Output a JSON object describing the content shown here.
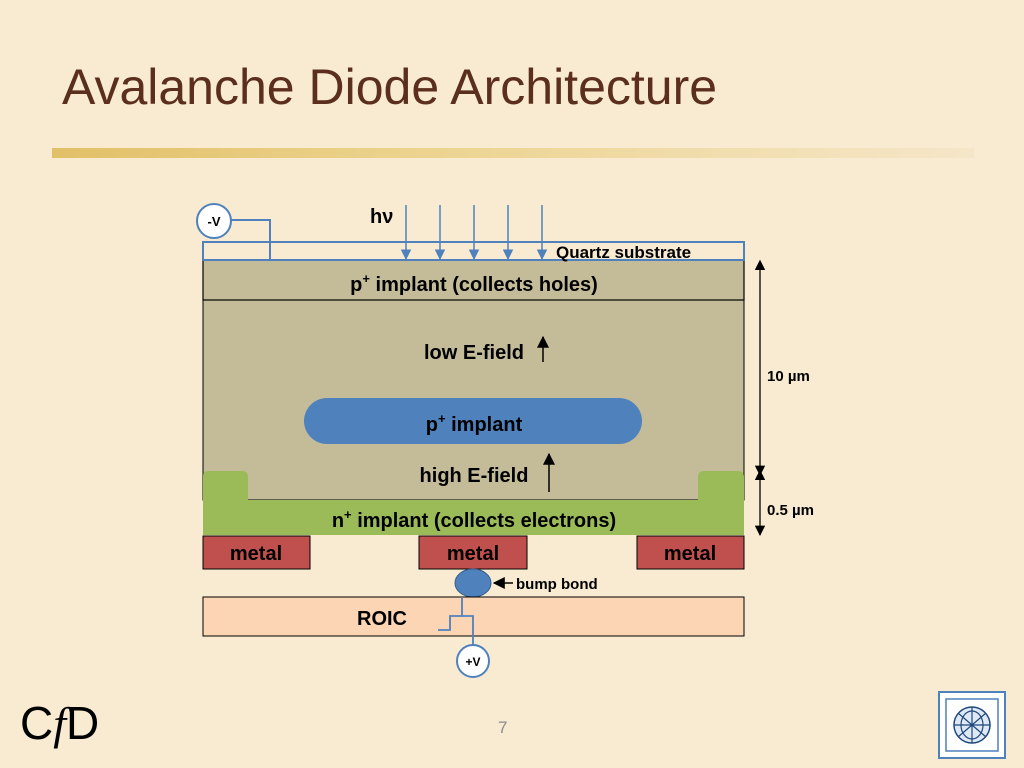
{
  "slide": {
    "title": "Avalanche Diode Architecture",
    "page_number": "7",
    "logo": {
      "c": "C",
      "f": "f",
      "d": "D"
    }
  },
  "diagram": {
    "photon_label": "hν",
    "neg_bias": "-V",
    "pos_bias": "+V",
    "quartz_label": "Quartz substrate",
    "p_top_implant": {
      "prefix": "p",
      "sup": "+",
      "text": " implant (collects holes)"
    },
    "low_field": "low E-field",
    "p_implant": {
      "prefix": "p",
      "sup": "+",
      "text": " implant"
    },
    "high_field": "high E-field",
    "n_implant": {
      "prefix": "n",
      "sup": "+",
      "text": " implant (collects electrons)"
    },
    "metal_left": "metal",
    "metal_center": "metal",
    "metal_right": "metal",
    "bump_bond": "bump bond",
    "roic": "ROIC",
    "dim_10um": "10 µm",
    "dim_05um": "0.5 µm"
  },
  "colors": {
    "background": "#f8ebd2",
    "title": "#5b2e1d",
    "substrate": "#c4bc99",
    "n_implant": "#9bbb59",
    "p_implant_blob": "#4f81bd",
    "metal": "#c0504d",
    "roic": "#fcd5b5",
    "wire": "#4f81bd"
  },
  "icons": [
    "photon-arrow-icon",
    "field-arrow-icon",
    "emblem-logo"
  ]
}
